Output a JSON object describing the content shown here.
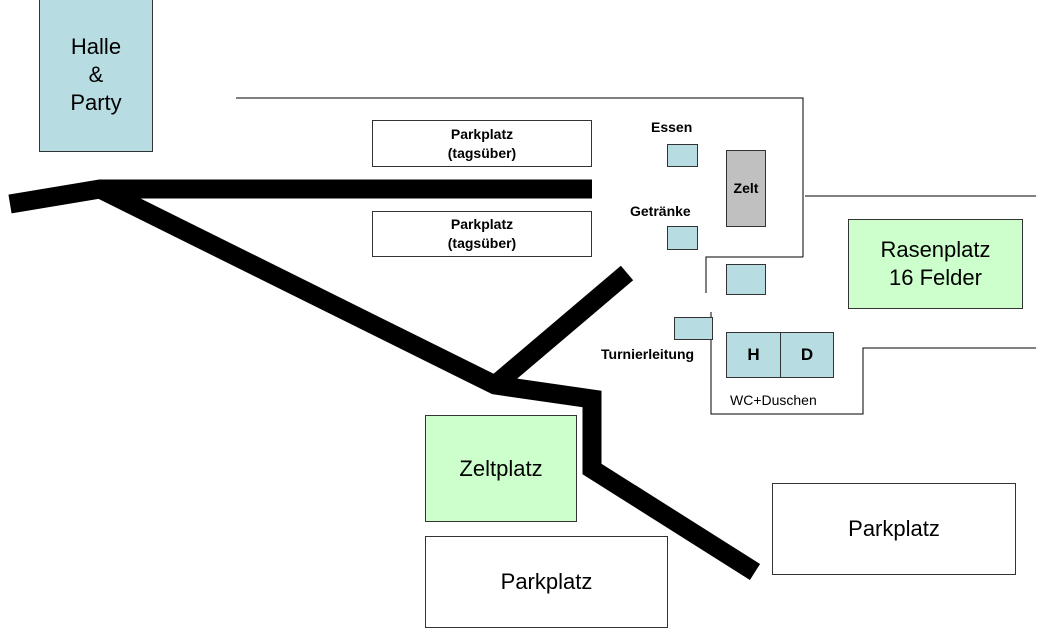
{
  "colors": {
    "building": "#b7dde3",
    "field": "#ccffcc",
    "tent": "#c0c0c0",
    "road": "#000000"
  },
  "halle": {
    "label": "Halle\n&\nParty"
  },
  "parking_top": {
    "label": "Parkplatz\n(tagsüber)"
  },
  "parking_middle": {
    "label": "Parkplatz\n(tagsüber)"
  },
  "essen": {
    "label": "Essen"
  },
  "getraenke": {
    "label": "Getränke"
  },
  "zelt": {
    "label": "Zelt"
  },
  "rasenplatz": {
    "label": "Rasenplatz\n16 Felder"
  },
  "turnierleitung": {
    "label": "Turnierleitung"
  },
  "wc": {
    "h_label": "H",
    "d_label": "D",
    "caption": "WC+Duschen"
  },
  "zeltplatz": {
    "label": "Zeltplatz"
  },
  "parking_bottom": {
    "label": "Parkplatz"
  },
  "parking_right": {
    "label": "Parkplatz"
  }
}
